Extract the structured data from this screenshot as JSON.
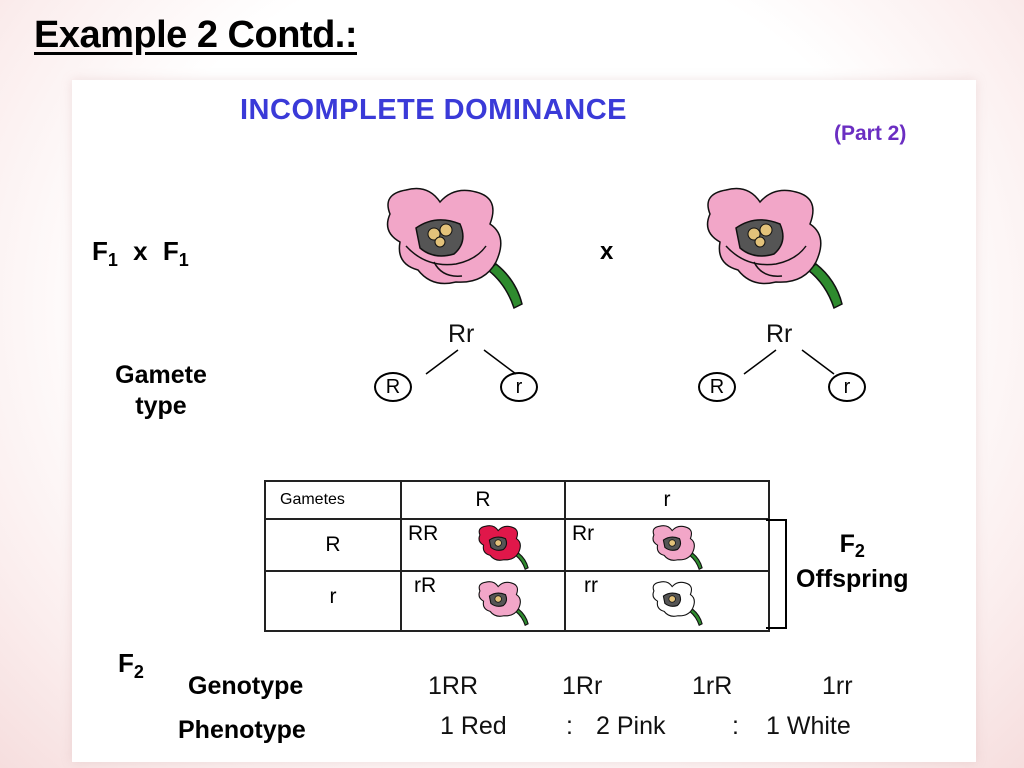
{
  "slide": {
    "title": "Example 2 Contd.:"
  },
  "figure": {
    "heading": "INCOMPLETE DOMINANCE",
    "part": "(Part 2)",
    "cross": {
      "f": "F",
      "sub": "1",
      "x": "x"
    },
    "cross_symbol": "x",
    "gamete_label_line1": "Gamete",
    "gamete_label_line2": "type",
    "parents": [
      {
        "genotype": "Rr",
        "gametes": [
          "R",
          "r"
        ],
        "flower_color": "#f2a6c8"
      },
      {
        "genotype": "Rr",
        "gametes": [
          "R",
          "r"
        ],
        "flower_color": "#f2a6c8"
      }
    ],
    "punnett": {
      "corner": "Gametes",
      "columns": [
        "R",
        "r"
      ],
      "rows": [
        {
          "label": "R",
          "cells": [
            {
              "genotype": "RR",
              "color": "#e0174a"
            },
            {
              "genotype": "Rr",
              "color": "#f2a6c8"
            }
          ]
        },
        {
          "label": "r",
          "cells": [
            {
              "genotype": "rR",
              "color": "#f2a6c8"
            },
            {
              "genotype": "rr",
              "color": "#ffffff"
            }
          ]
        }
      ]
    },
    "offspring": {
      "f": "F",
      "sub": "2",
      "label": "Offspring"
    },
    "summary": {
      "f": "F",
      "sub": "2",
      "genotype_label": "Genotype",
      "genotypes": [
        "1RR",
        "1Rr",
        "1rR",
        "1rr"
      ],
      "phenotype_label": "Phenotype",
      "phenotypes": [
        "1 Red",
        ":",
        "2 Pink",
        ":",
        "1 White"
      ]
    }
  },
  "icons": [
    "snapdragon-flower-icon"
  ]
}
